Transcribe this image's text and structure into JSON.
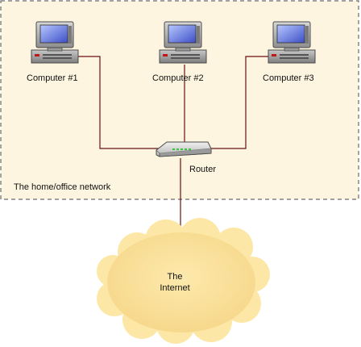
{
  "network": {
    "label": "The home/office network",
    "background": "#fdf5e0",
    "border_color": "#6b6b6b"
  },
  "computers": [
    {
      "label": "Computer #1"
    },
    {
      "label": "Computer #2"
    },
    {
      "label": "Computer #3"
    }
  ],
  "router": {
    "label": "Router",
    "light_color": "#39c63c"
  },
  "internet": {
    "line1": "The",
    "line2": "Internet",
    "fill": "#fce7a6"
  },
  "cable_color": "#6b1010"
}
